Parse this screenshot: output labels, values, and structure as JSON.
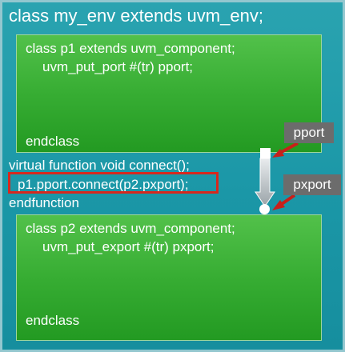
{
  "env": {
    "title": "class my_env extends uvm_env;"
  },
  "p1": {
    "decl": "class p1 extends uvm_component;",
    "port": "uvm_put_port #(tr) pport;",
    "end": "endclass"
  },
  "connect_fn": {
    "header": "virtual function void connect();",
    "body": "p1.pport.connect(p2.pxport);",
    "end": "endfunction"
  },
  "p2": {
    "decl": "class p2 extends uvm_component;",
    "port": "uvm_put_export #(tr) pxport;",
    "end": "endclass"
  },
  "callouts": {
    "pport": "pport",
    "pxport": "pxport"
  },
  "colors": {
    "env_bg": "#1b97a7",
    "component_bg": "#37ad33",
    "highlight_border": "#d7281e",
    "callout_bg": "#6c6c6c"
  }
}
